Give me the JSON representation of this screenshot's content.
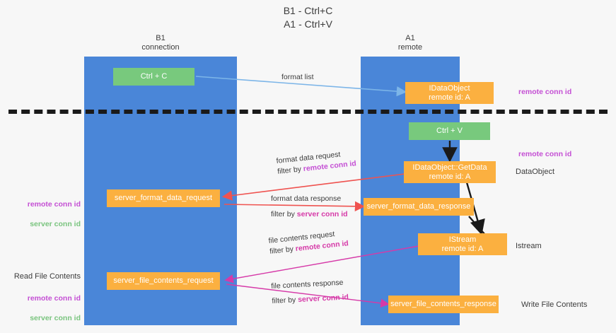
{
  "title": "B1 - Ctrl+C\nA1 - Ctrl+V",
  "columns": {
    "left": "B1\nconnection",
    "right": "A1\nremote"
  },
  "nodes": {
    "ctrl_c": "Ctrl + C",
    "ctrl_v": "Ctrl + V",
    "dataobject": "IDataObject\nremote id: A",
    "getdata": "IDataObject::GetData\nremote id: A",
    "istream": "IStream\nremote id: A",
    "server_format_data_request": "server_format_data_request",
    "server_format_data_response": "server_format_data_response",
    "server_file_contents_request": "server_file_contents_request",
    "server_file_contents_response": "server_file_contents_response"
  },
  "edges": {
    "format_list": "format list",
    "format_data_request": "format data request",
    "format_data_request_filter_prefix": "filter by ",
    "format_data_request_filter_key": "remote conn id",
    "format_data_response": "format data response",
    "format_data_response_filter_prefix": "filter by ",
    "format_data_response_filter_key": "server conn id",
    "file_contents_request": "file contents request",
    "file_contents_request_filter_prefix": "filter by ",
    "file_contents_request_filter_key": "remote conn id",
    "file_contents_response": "file contents response",
    "file_contents_response_filter_prefix": "filter by ",
    "file_contents_response_filter_key": "server conn id"
  },
  "annotations": {
    "remote_conn_id_top": "remote conn id",
    "remote_conn_id_mid": "remote conn id",
    "dataobject_label": "DataObject",
    "istream_label": "Istream",
    "write_file_contents": "Write File Contents",
    "read_file_contents": "Read File Contents",
    "left_legend_mid_remote": "remote conn id",
    "left_legend_mid_server": "server conn id",
    "left_legend_low_remote": "remote conn id",
    "left_legend_low_server": "server conn id"
  },
  "colors": {
    "lane": "#4a86d8",
    "node_green": "#78c97d",
    "node_orange": "#fbb040",
    "arrow_blue": "#7cb5e8",
    "arrow_red": "#ef5350",
    "arrow_magenta": "#d63aa8",
    "arrow_black": "#1a1a1a",
    "key_purple": "#c44fd4",
    "key_green": "#79c47e",
    "divider": "#1a1a1a"
  }
}
